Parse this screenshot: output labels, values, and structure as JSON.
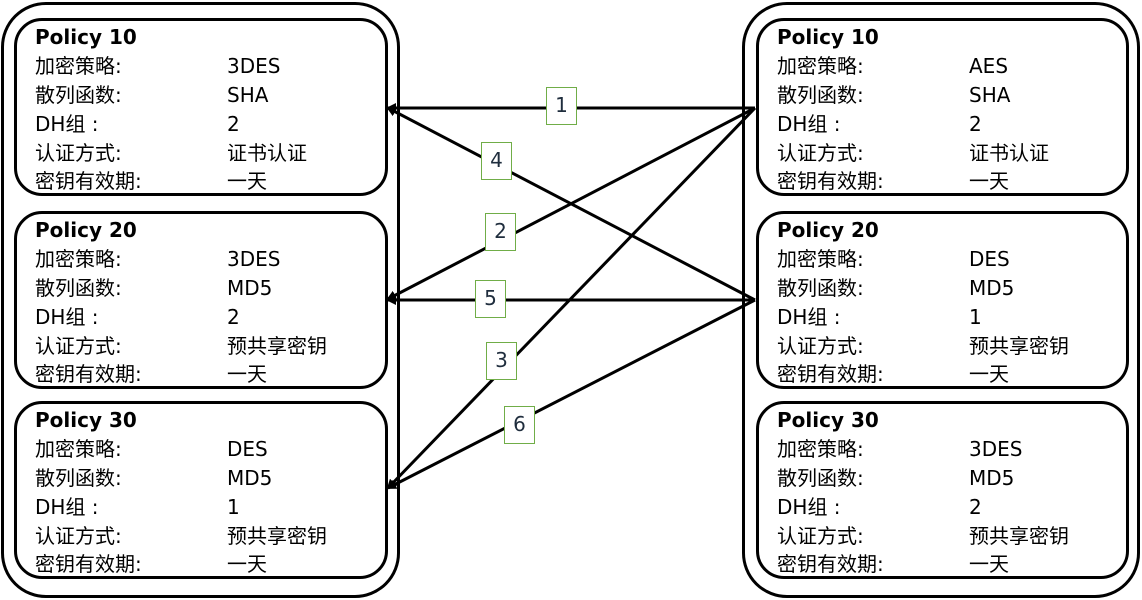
{
  "left": {
    "policies": [
      {
        "title": "Policy 10",
        "rows": [
          [
            "加密策略:",
            "3DES"
          ],
          [
            "散列函数:",
            "SHA"
          ],
          [
            "DH组      :",
            "2"
          ],
          [
            "认证方式:",
            "证书认证"
          ],
          [
            "密钥有效期:",
            "一天"
          ]
        ]
      },
      {
        "title": "Policy 20",
        "rows": [
          [
            "加密策略:",
            "3DES"
          ],
          [
            "散列函数:",
            "MD5"
          ],
          [
            "DH组      :",
            "2"
          ],
          [
            "认证方式:",
            "预共享密钥"
          ],
          [
            "密钥有效期:",
            "一天"
          ]
        ]
      },
      {
        "title": "Policy 30",
        "rows": [
          [
            "加密策略:",
            "DES"
          ],
          [
            "散列函数:",
            "MD5"
          ],
          [
            "DH组      :",
            "1"
          ],
          [
            "认证方式:",
            "预共享密钥"
          ],
          [
            "密钥有效期:",
            "一天"
          ]
        ]
      }
    ]
  },
  "right": {
    "policies": [
      {
        "title": "Policy 10",
        "rows": [
          [
            "加密策略:",
            "AES"
          ],
          [
            "散列函数:",
            "SHA"
          ],
          [
            "DH组      :",
            "2"
          ],
          [
            "认证方式:",
            "证书认证"
          ],
          [
            "密钥有效期:",
            "一天"
          ]
        ]
      },
      {
        "title": "Policy 20",
        "rows": [
          [
            "加密策略:",
            "DES"
          ],
          [
            "散列函数:",
            "MD5"
          ],
          [
            "DH组      :",
            "1"
          ],
          [
            "认证方式:",
            "预共享密钥"
          ],
          [
            "密钥有效期:",
            "一天"
          ]
        ]
      },
      {
        "title": "Policy 30",
        "rows": [
          [
            "加密策略:",
            "3DES"
          ],
          [
            "散列函数:",
            "MD5"
          ],
          [
            "DH组      :",
            "2"
          ],
          [
            "认证方式:",
            "预共享密钥"
          ],
          [
            "密钥有效期:",
            "一天"
          ]
        ]
      }
    ]
  },
  "connections": [
    {
      "label": "1",
      "from": "right-policy-10",
      "to": "left-policy-10"
    },
    {
      "label": "2",
      "from": "right-policy-10",
      "to": "left-policy-20"
    },
    {
      "label": "3",
      "from": "right-policy-10",
      "to": "left-policy-30"
    },
    {
      "label": "4",
      "from": "right-policy-20",
      "to": "left-policy-10"
    },
    {
      "label": "5",
      "from": "right-policy-20",
      "to": "left-policy-20"
    },
    {
      "label": "6",
      "from": "right-policy-20",
      "to": "left-policy-30"
    }
  ]
}
